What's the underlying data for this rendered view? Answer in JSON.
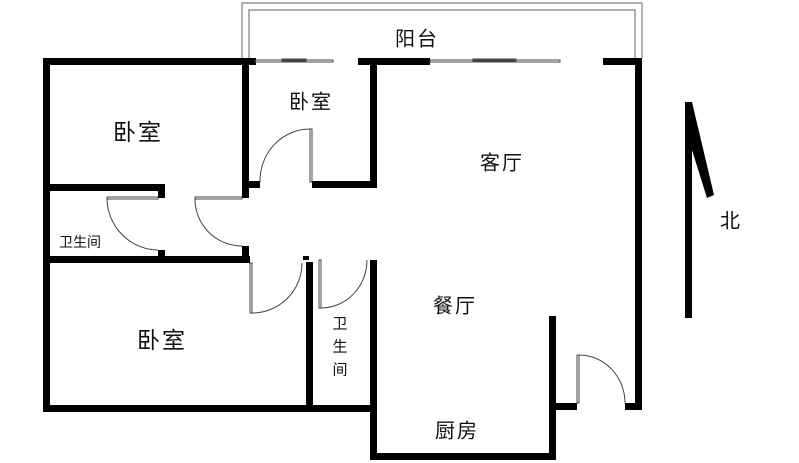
{
  "rooms": {
    "balcony": "阳台",
    "bedroom_top_left": "卧室",
    "bedroom_small": "卧室",
    "living_room": "客厅",
    "bathroom_left": "卫生间",
    "bedroom_bottom_left": "卧室",
    "bathroom_middle": "卫生间",
    "dining_room": "餐厅",
    "kitchen": "厨房"
  },
  "compass": {
    "label": "北"
  },
  "colors": {
    "wall": "#000000",
    "line": "#555555"
  }
}
